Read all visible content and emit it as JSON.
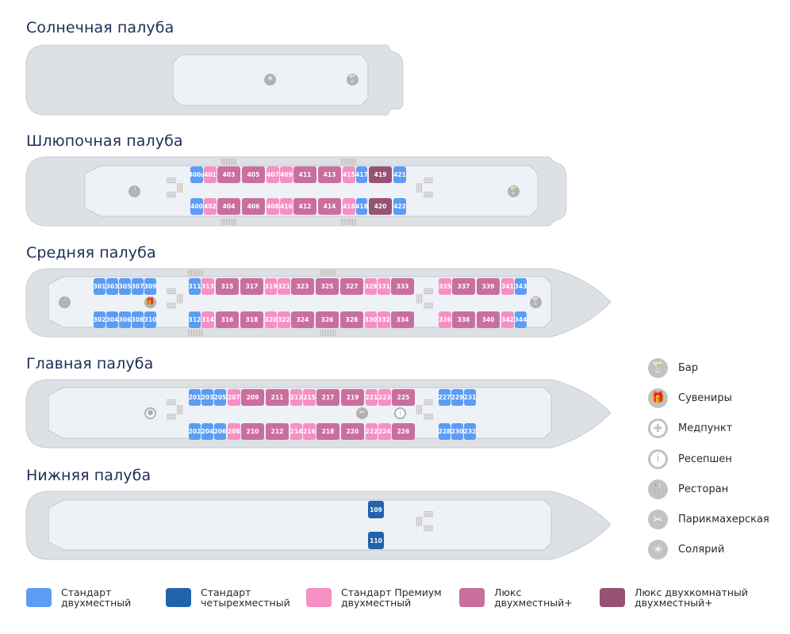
{
  "decks": [
    {
      "id": "sun",
      "title": "Солнечная палуба",
      "amenities": [
        "solarium-icon",
        "bar-icon"
      ]
    },
    {
      "id": "boat",
      "title": "Шлюпочная палуба",
      "top": [
        {
          "n": "400a",
          "t": "std"
        },
        {
          "n": "401",
          "t": "prem"
        },
        {
          "n": "403",
          "t": "lux"
        },
        {
          "n": "405",
          "t": "lux"
        },
        {
          "n": "407",
          "t": "prem"
        },
        {
          "n": "409",
          "t": "prem"
        },
        {
          "n": "411",
          "t": "lux"
        },
        {
          "n": "413",
          "t": "lux"
        },
        {
          "n": "415",
          "t": "prem"
        },
        {
          "n": "417",
          "t": "std"
        },
        {
          "n": "419",
          "t": "lux2"
        },
        {
          "n": "421",
          "t": "std"
        }
      ],
      "bottom": [
        {
          "n": "400",
          "t": "std"
        },
        {
          "n": "402",
          "t": "prem"
        },
        {
          "n": "404",
          "t": "lux"
        },
        {
          "n": "406",
          "t": "lux"
        },
        {
          "n": "408",
          "t": "prem"
        },
        {
          "n": "410",
          "t": "prem"
        },
        {
          "n": "412",
          "t": "lux"
        },
        {
          "n": "414",
          "t": "lux"
        },
        {
          "n": "416",
          "t": "prem"
        },
        {
          "n": "418",
          "t": "std"
        },
        {
          "n": "420",
          "t": "lux2"
        },
        {
          "n": "422",
          "t": "std"
        }
      ],
      "amenities": [
        "restaurant-icon",
        "bar-icon"
      ]
    },
    {
      "id": "middle",
      "title": "Средняя палуба",
      "top": [
        {
          "n": "301",
          "t": "std"
        },
        {
          "n": "303",
          "t": "std"
        },
        {
          "n": "305",
          "t": "std"
        },
        {
          "n": "307",
          "t": "std"
        },
        {
          "n": "309",
          "t": "std"
        },
        {
          "n": "311",
          "t": "std"
        },
        {
          "n": "313",
          "t": "prem"
        },
        {
          "n": "315",
          "t": "lux"
        },
        {
          "n": "317",
          "t": "lux"
        },
        {
          "n": "319",
          "t": "prem"
        },
        {
          "n": "321",
          "t": "prem"
        },
        {
          "n": "323",
          "t": "lux"
        },
        {
          "n": "325",
          "t": "lux"
        },
        {
          "n": "327",
          "t": "lux"
        },
        {
          "n": "329",
          "t": "prem"
        },
        {
          "n": "331",
          "t": "prem"
        },
        {
          "n": "333",
          "t": "lux"
        },
        {
          "n": "335",
          "t": "prem"
        },
        {
          "n": "337",
          "t": "lux"
        },
        {
          "n": "339",
          "t": "lux"
        },
        {
          "n": "341",
          "t": "prem"
        },
        {
          "n": "343",
          "t": "std"
        }
      ],
      "bottom": [
        {
          "n": "302",
          "t": "std"
        },
        {
          "n": "304",
          "t": "std"
        },
        {
          "n": "306",
          "t": "std"
        },
        {
          "n": "308",
          "t": "std"
        },
        {
          "n": "310",
          "t": "std"
        },
        {
          "n": "312",
          "t": "std"
        },
        {
          "n": "314",
          "t": "prem"
        },
        {
          "n": "316",
          "t": "lux"
        },
        {
          "n": "318",
          "t": "lux"
        },
        {
          "n": "320",
          "t": "prem"
        },
        {
          "n": "322",
          "t": "prem"
        },
        {
          "n": "324",
          "t": "lux"
        },
        {
          "n": "326",
          "t": "lux"
        },
        {
          "n": "328",
          "t": "lux"
        },
        {
          "n": "330",
          "t": "prem"
        },
        {
          "n": "332",
          "t": "prem"
        },
        {
          "n": "334",
          "t": "lux"
        },
        {
          "n": "336",
          "t": "prem"
        },
        {
          "n": "338",
          "t": "lux"
        },
        {
          "n": "340",
          "t": "lux"
        },
        {
          "n": "342",
          "t": "prem"
        },
        {
          "n": "344",
          "t": "std"
        }
      ],
      "amenities": [
        "restaurant-icon",
        "souvenirs-icon",
        "bar-icon"
      ]
    },
    {
      "id": "main",
      "title": "Главная палуба",
      "top": [
        {
          "n": "201",
          "t": "std"
        },
        {
          "n": "203",
          "t": "std"
        },
        {
          "n": "205",
          "t": "std"
        },
        {
          "n": "207",
          "t": "prem"
        },
        {
          "n": "209",
          "t": "lux"
        },
        {
          "n": "211",
          "t": "lux"
        },
        {
          "n": "213",
          "t": "prem"
        },
        {
          "n": "215",
          "t": "prem"
        },
        {
          "n": "217",
          "t": "lux"
        },
        {
          "n": "219",
          "t": "lux"
        },
        {
          "n": "221",
          "t": "prem"
        },
        {
          "n": "223",
          "t": "prem"
        },
        {
          "n": "225",
          "t": "lux"
        },
        {
          "n": "227",
          "t": "std"
        },
        {
          "n": "229",
          "t": "std"
        },
        {
          "n": "231",
          "t": "std"
        }
      ],
      "bottom": [
        {
          "n": "202",
          "t": "std"
        },
        {
          "n": "204",
          "t": "std"
        },
        {
          "n": "206",
          "t": "std"
        },
        {
          "n": "208",
          "t": "prem"
        },
        {
          "n": "210",
          "t": "lux"
        },
        {
          "n": "212",
          "t": "lux"
        },
        {
          "n": "214",
          "t": "prem"
        },
        {
          "n": "216",
          "t": "prem"
        },
        {
          "n": "218",
          "t": "lux"
        },
        {
          "n": "220",
          "t": "lux"
        },
        {
          "n": "222",
          "t": "prem"
        },
        {
          "n": "224",
          "t": "prem"
        },
        {
          "n": "226",
          "t": "lux"
        },
        {
          "n": "228",
          "t": "std"
        },
        {
          "n": "230",
          "t": "std"
        },
        {
          "n": "232",
          "t": "std"
        }
      ],
      "amenities": [
        "medical-icon",
        "hairdresser-icon",
        "reception-icon"
      ]
    },
    {
      "id": "lower",
      "title": "Нижняя палуба",
      "top": [
        {
          "n": "109",
          "t": "std4"
        }
      ],
      "bottom": [
        {
          "n": "110",
          "t": "std4"
        }
      ]
    }
  ],
  "amenity_legend": [
    {
      "icon": "bar-icon",
      "glyph": "🍸",
      "label": "Бар"
    },
    {
      "icon": "souvenirs-icon",
      "glyph": "🎁",
      "label": "Сувениры"
    },
    {
      "icon": "medical-icon",
      "glyph": "✚",
      "label": "Медпункт"
    },
    {
      "icon": "reception-icon",
      "glyph": "i",
      "label": "Ресепшен"
    },
    {
      "icon": "restaurant-icon",
      "glyph": "🍴",
      "label": "Ресторан"
    },
    {
      "icon": "hairdresser-icon",
      "glyph": "✂",
      "label": "Парикмахерская"
    },
    {
      "icon": "solarium-icon",
      "glyph": "☀",
      "label": "Солярий"
    }
  ],
  "cabin_legend": [
    {
      "type": "std",
      "color": "#5b9cf5",
      "line1": "Стандарт",
      "line2": "двухместный"
    },
    {
      "type": "std4",
      "color": "#2063ac",
      "line1": "Стандарт",
      "line2": "четырехместный"
    },
    {
      "type": "prem",
      "color": "#f690c3",
      "line1": "Стандарт Премиум",
      "line2": "двухместный"
    },
    {
      "type": "lux",
      "color": "#c96f9e",
      "line1": "Люкс",
      "line2": "двухместный+"
    },
    {
      "type": "lux2",
      "color": "#965273",
      "line1": "Люкс двухкомнатный",
      "line2": "двухместный+"
    }
  ]
}
